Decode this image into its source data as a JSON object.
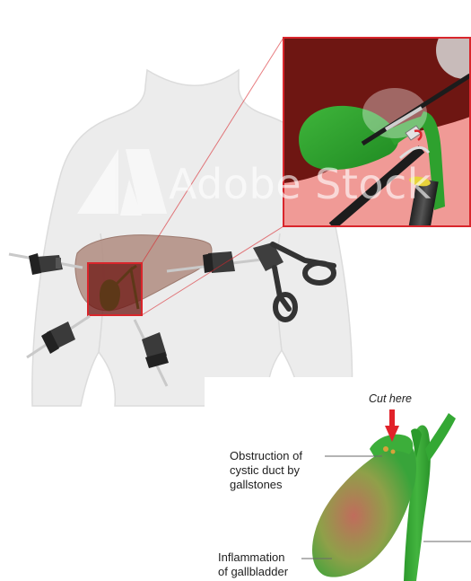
{
  "watermark": {
    "text": "Adobe Stock"
  },
  "labels": {
    "cut_here": "Cut here",
    "obstruction": [
      "Obstruction of",
      "cystic duct by",
      "gallstones"
    ],
    "inflammation": [
      "Inflammation",
      "of gallbladder"
    ]
  },
  "colors": {
    "body_fill": "#ebebeb",
    "liver": "#b08c80",
    "gallbladder": "#2ea12e",
    "highlight_box": "#d9262c",
    "inset_background": "#f09a96",
    "inset_liver": "#6e1612",
    "cut_arrow": "#e1222a"
  },
  "icons": [
    "adobe-logo-icon",
    "trocar-icon",
    "grasper-icon",
    "clip-applier-icon",
    "camera-scope-icon",
    "gallstone-icon"
  ]
}
